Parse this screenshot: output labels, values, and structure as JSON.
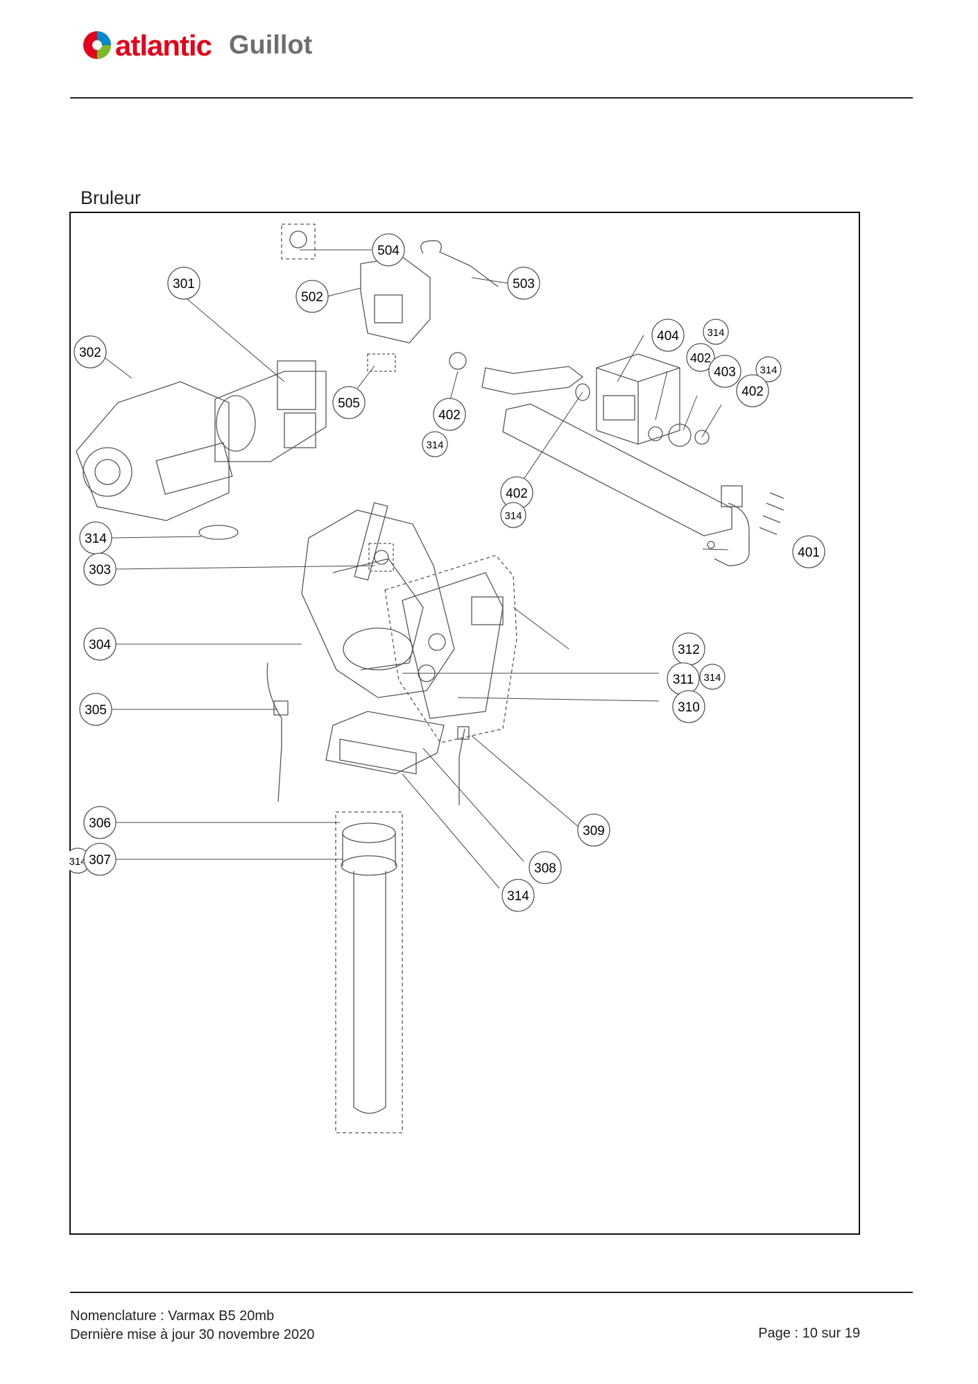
{
  "header": {
    "brand_primary": "atlantic",
    "brand_secondary": "Guillot",
    "brand_color": "#e2001a",
    "brand_secondary_color": "#6d6e70"
  },
  "section_title": "Bruleur",
  "diagram": {
    "part_labels": [
      "504",
      "503",
      "301",
      "502",
      "302",
      "404",
      "314",
      "402",
      "403",
      "314",
      "402",
      "505",
      "402",
      "314",
      "402",
      "314",
      "314",
      "401",
      "303",
      "304",
      "312",
      "311",
      "314",
      "310",
      "305",
      "306",
      "309",
      "314",
      "307",
      "308",
      "314"
    ]
  },
  "footer": {
    "line1": "Nomenclature : Varmax B5 20mb",
    "line2": "Dernière mise à jour 30 novembre 2020",
    "page": "Page : 10 sur 19"
  }
}
